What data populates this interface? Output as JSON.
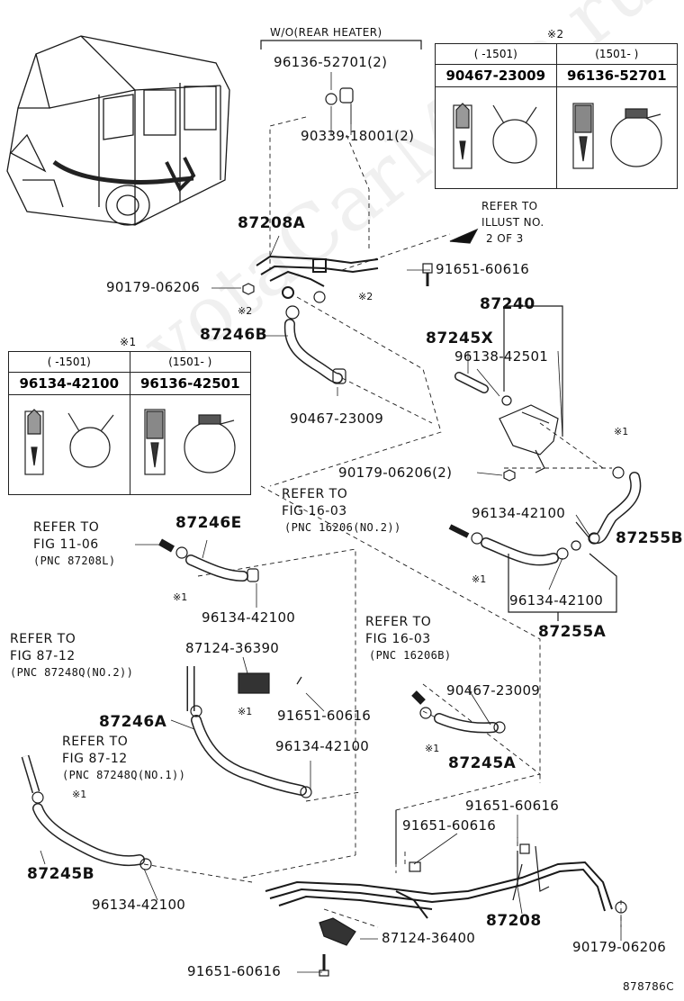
{
  "watermark": "ToyotaCarMine.ru",
  "diagram_id": "878786C",
  "header": {
    "variant": "W/O(REAR HEATER)",
    "mark2": "※2",
    "mark1": "※1"
  },
  "legend_2": {
    "col1_range": "(    -1501)",
    "col2_range": "(1501-      )",
    "col1_pn": "90467-23009",
    "col2_pn": "96136-52701"
  },
  "legend_1": {
    "col1_range": "(    -1501)",
    "col2_range": "(1501-      )",
    "col1_pn": "96134-42100",
    "col2_pn": "96136-42501"
  },
  "labels": {
    "p96136_52701_2": "96136-52701(2)",
    "p90339_18001_2": "90339-18001(2)",
    "p87208A": "87208A",
    "refer_illust": [
      "REFER TO",
      "ILLUST NO.",
      "2 OF 3"
    ],
    "p91651_60616_a": "91651-60616",
    "p90179_06206_a": "90179-06206",
    "x2_a": "※2",
    "x2_b": "※2",
    "p87240": "87240",
    "p87246B": "87246B",
    "p87245X": "87245X",
    "p96138_42501": "96138-42501",
    "p90467_23009_a": "90467-23009",
    "x1_a": "※1",
    "p90179_06206_2": "90179-06206(2)",
    "refer_fig16_03_a": [
      "REFER TO",
      "FIG 16-03",
      "(PNC 16206(NO.2))"
    ],
    "p96134_42100_a": "96134-42100",
    "p87255B": "87255B",
    "refer_fig11_06": [
      "REFER TO",
      "FIG 11-06",
      "(PNC 87208L)"
    ],
    "p87246E": "87246E",
    "x1_b": "※1",
    "x1_c": "※1",
    "p96134_42100_b": "96134-42100",
    "p96134_42100_c": "96134-42100",
    "p87255A": "87255A",
    "refer_fig87_12_a": [
      "REFER TO",
      "FIG 87-12",
      "(PNC 87248Q(NO.2))"
    ],
    "p87124_36390": "87124-36390",
    "refer_fig16_03_b": [
      "REFER TO",
      "FIG 16-03",
      "(PNC 16206B)"
    ],
    "p90467_23009_b": "90467-23009",
    "x1_d": "※1",
    "p91651_60616_b": "91651-60616",
    "p87246A": "87246A",
    "refer_fig87_12_b": [
      "REFER TO",
      "FIG 87-12",
      "(PNC 87248Q(NO.1))"
    ],
    "p96134_42100_d": "96134-42100",
    "x1_e": "※1",
    "p87245A": "87245A",
    "x1_f": "※1",
    "p91651_60616_c": "91651-60616",
    "p91651_60616_d": "91651-60616",
    "p87245B": "87245B",
    "p96134_42100_e": "96134-42100",
    "p87208": "87208",
    "p87124_36400": "87124-36400",
    "p90179_06206_b": "90179-06206",
    "p91651_60616_e": "91651-60616"
  }
}
